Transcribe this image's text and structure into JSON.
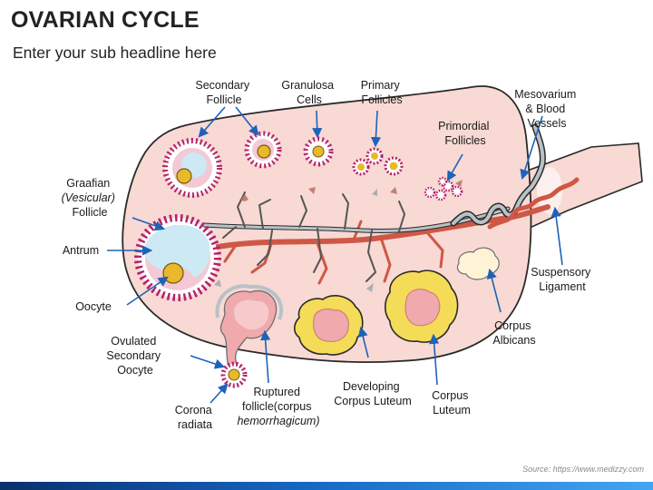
{
  "title": "OVARIAN CYCLE",
  "subtitle": "Enter your sub headline here",
  "labels": {
    "secondary_follicle": [
      "Secondary",
      "Follicle"
    ],
    "granulosa_cells": [
      "Granulosa",
      "Cells"
    ],
    "primary_follicles": [
      "Primary",
      "Follicles"
    ],
    "primordial_follicles": [
      "Primordial",
      "Follicles"
    ],
    "mesovarium": [
      "Mesovarium",
      "& Blood",
      "Vessels"
    ],
    "graafian": [
      "Graafian",
      "(Vesicular)",
      "Follicle"
    ],
    "antrum": "Antrum",
    "oocyte": "Oocyte",
    "suspensory_ligament": [
      "Suspensory",
      "Ligament"
    ],
    "corpus_albicans": [
      "Corpus",
      "Albicans"
    ],
    "ovulated_oocyte": [
      "Ovulated",
      "Secondary",
      "Oocyte"
    ],
    "corona_radiata": [
      "Corona",
      "radiata"
    ],
    "ruptured_follicle": [
      "Ruptured",
      "follicle(corpus",
      "hemorrhagicum)"
    ],
    "developing_corpus_luteum": [
      "Developing",
      "Corpus Luteum"
    ],
    "corpus_luteum": [
      "Corpus",
      "Luteum"
    ]
  },
  "source": "Source: https://www.medizzy.com",
  "colors": {
    "ovary_fill": "#f8d9d4",
    "arrow": "#1e63b8",
    "follicle_dots": "#b4226a",
    "antrum": "#cde9f3",
    "oocyte": "#e9b92b",
    "corpus_luteum": "#f5dc58",
    "artery": "#cf5745",
    "vein": "#b8c2c7"
  }
}
